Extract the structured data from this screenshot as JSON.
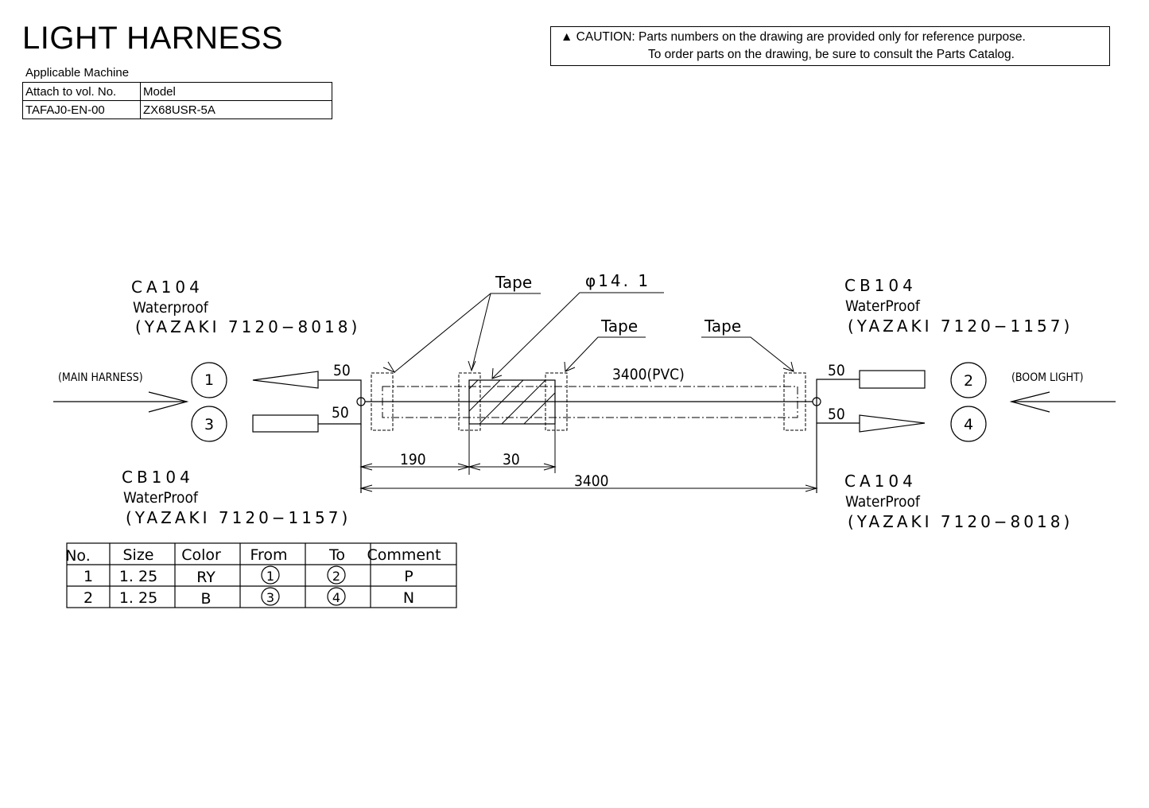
{
  "header": {
    "title": "LIGHT HARNESS",
    "applicable_label": "Applicable Machine",
    "machine_table": {
      "headers": [
        "Attach to vol. No.",
        "Model"
      ],
      "row": [
        "TAFAJ0-EN-00",
        "ZX68USR-5A"
      ]
    }
  },
  "caution": {
    "icon": "warning-triangle-icon",
    "line1": "CAUTION: Parts numbers on the drawing are provided only for reference purpose.",
    "line2": "To order parts on the drawing, be sure to consult the Parts Catalog."
  },
  "diagram": {
    "left_top_connector": {
      "name": "CA104",
      "type": "Waterproof",
      "part": "(YAZAKI  7120−8018)"
    },
    "left_bottom_connector": {
      "name": "CB104",
      "type": "WaterProof",
      "part": "(YAZAKI  7120−1157)"
    },
    "right_top_connector": {
      "name": "CB104",
      "type": "WaterProof",
      "part": "(YAZAKI  7120−1157)"
    },
    "right_bottom_connector": {
      "name": "CA104",
      "type": "WaterProof",
      "part": "(YAZAKI  7120−8018)"
    },
    "left_label": "(MAIN HARNESS)",
    "right_label": "(BOOM LIGHT)",
    "pins": [
      "1",
      "3",
      "2",
      "4"
    ],
    "tape_labels": [
      "Tape",
      "Tape",
      "Tape"
    ],
    "diameter": "φ14. 1",
    "tube": "3400(PVC)",
    "lead_lengths": [
      "50",
      "50",
      "50",
      "50"
    ],
    "dims": [
      "190",
      "30",
      "3400"
    ]
  },
  "wire_table": {
    "headers": [
      "No.",
      "Size",
      "Color",
      "From",
      "To",
      "Comment"
    ],
    "rows": [
      [
        "1",
        "1. 25",
        "RY",
        "1",
        "2",
        "P"
      ],
      [
        "2",
        "1. 25",
        "B",
        "3",
        "4",
        "N"
      ]
    ]
  }
}
